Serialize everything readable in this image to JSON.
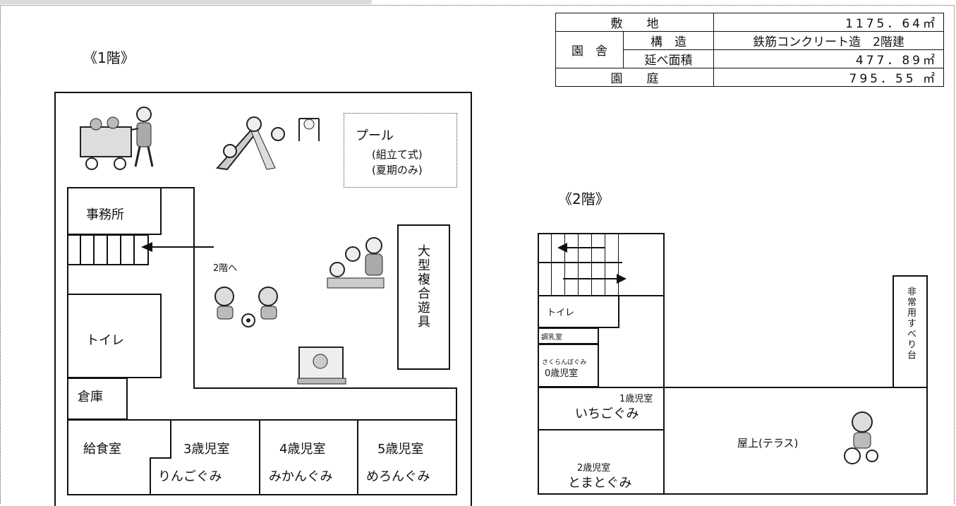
{
  "floor1": {
    "heading": "《1階》",
    "rooms": {
      "office": "事務所",
      "toilet": "トイレ",
      "storage": "倉庫",
      "kitchen": "給食室",
      "age3_class": "3歳児室",
      "age3_group": "りんごぐみ",
      "age4_class": "4歳児室",
      "age4_group": "みかんぐみ",
      "age5_class": "5歳児室",
      "age5_group": "めろんぐみ"
    },
    "pool": {
      "title": "プール",
      "line1": "(組立て式)",
      "line2": "(夏期のみ)"
    },
    "play_equipment": "大型複合遊具",
    "stairs_to_2f": "2階へ"
  },
  "floor2": {
    "heading": "《2階》",
    "rooms": {
      "toilet": "トイレ",
      "milk_room": "調乳室",
      "age0_group": "さくらんぼぐみ",
      "age0_class": "0歳児室",
      "age1_class": "1歳児室",
      "age1_group": "いちごぐみ",
      "age2_class": "2歳児室",
      "age2_group": "とまとぐみ",
      "rooftop": "屋上(テラス)",
      "emergency_slide": "非常用すべり台"
    }
  },
  "site_table": {
    "site_label": "敷　　地",
    "site_value": "1175．64㎡",
    "building_label": "園　舎",
    "structure_label": "構　造",
    "structure_value": "鉄筋コンクリート造　2階建",
    "floor_area_label": "延べ面積",
    "floor_area_value": "477．89㎡",
    "garden_label": "園　　庭",
    "garden_value": "795．55 ㎡"
  }
}
